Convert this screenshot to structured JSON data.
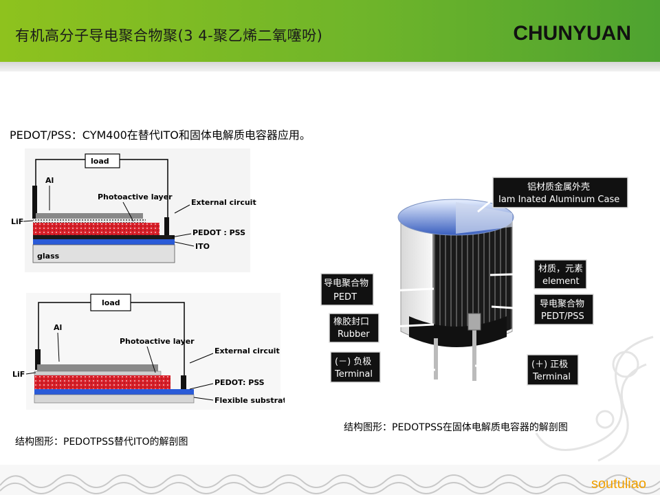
{
  "header": {
    "title": "有机高分子导电聚合物聚(3 4-聚乙烯二氧噻吩)",
    "brand": "CHUNYUAN"
  },
  "subtitle": "PEDOT/PSS：CYM400在替代ITO和固体电解质电容器应用。",
  "diagram1": {
    "load": "load",
    "al": "Al",
    "photoactive": "Photoactive layer",
    "external": "External circuit",
    "lif": "LiF",
    "pedot": "PEDOT : PSS",
    "ito": "ITO",
    "glass": "glass"
  },
  "diagram2": {
    "load": "load",
    "al": "Al",
    "photoactive": "Photoactive layer",
    "external": "External circuit",
    "lif": "LiF",
    "pedot": "PEDOT: PSS",
    "substrate": "Flexible substrate"
  },
  "capacitor": {
    "case_cn": "铝材质金属外壳",
    "case_en": "Iam Inated Aluminum Case",
    "element_cn": "材质，元素",
    "element_en": "element",
    "pedt_left_cn": "导电聚合物",
    "pedt_left_en": "PEDT",
    "pedt_right_cn": "导电聚合物",
    "pedt_right_en": "PEDT/PSS",
    "rubber_cn": "橡胶封口",
    "rubber_en": "Rubber",
    "neg_cn": "(－) 负极",
    "neg_en": "Terminal",
    "pos_cn": "(＋) 正极",
    "pos_en": "Terminal"
  },
  "captions": {
    "left": "结构图形：PEDOTPSS替代ITO的解剖图",
    "right": "结构图形：PEDOTPSS在固体电解质电容器的解剖图"
  },
  "watermark": "soutuliao",
  "colors": {
    "header_green": "#7dbb25",
    "pedot_red": "#d8202a",
    "ito_blue": "#2a5bd8"
  }
}
